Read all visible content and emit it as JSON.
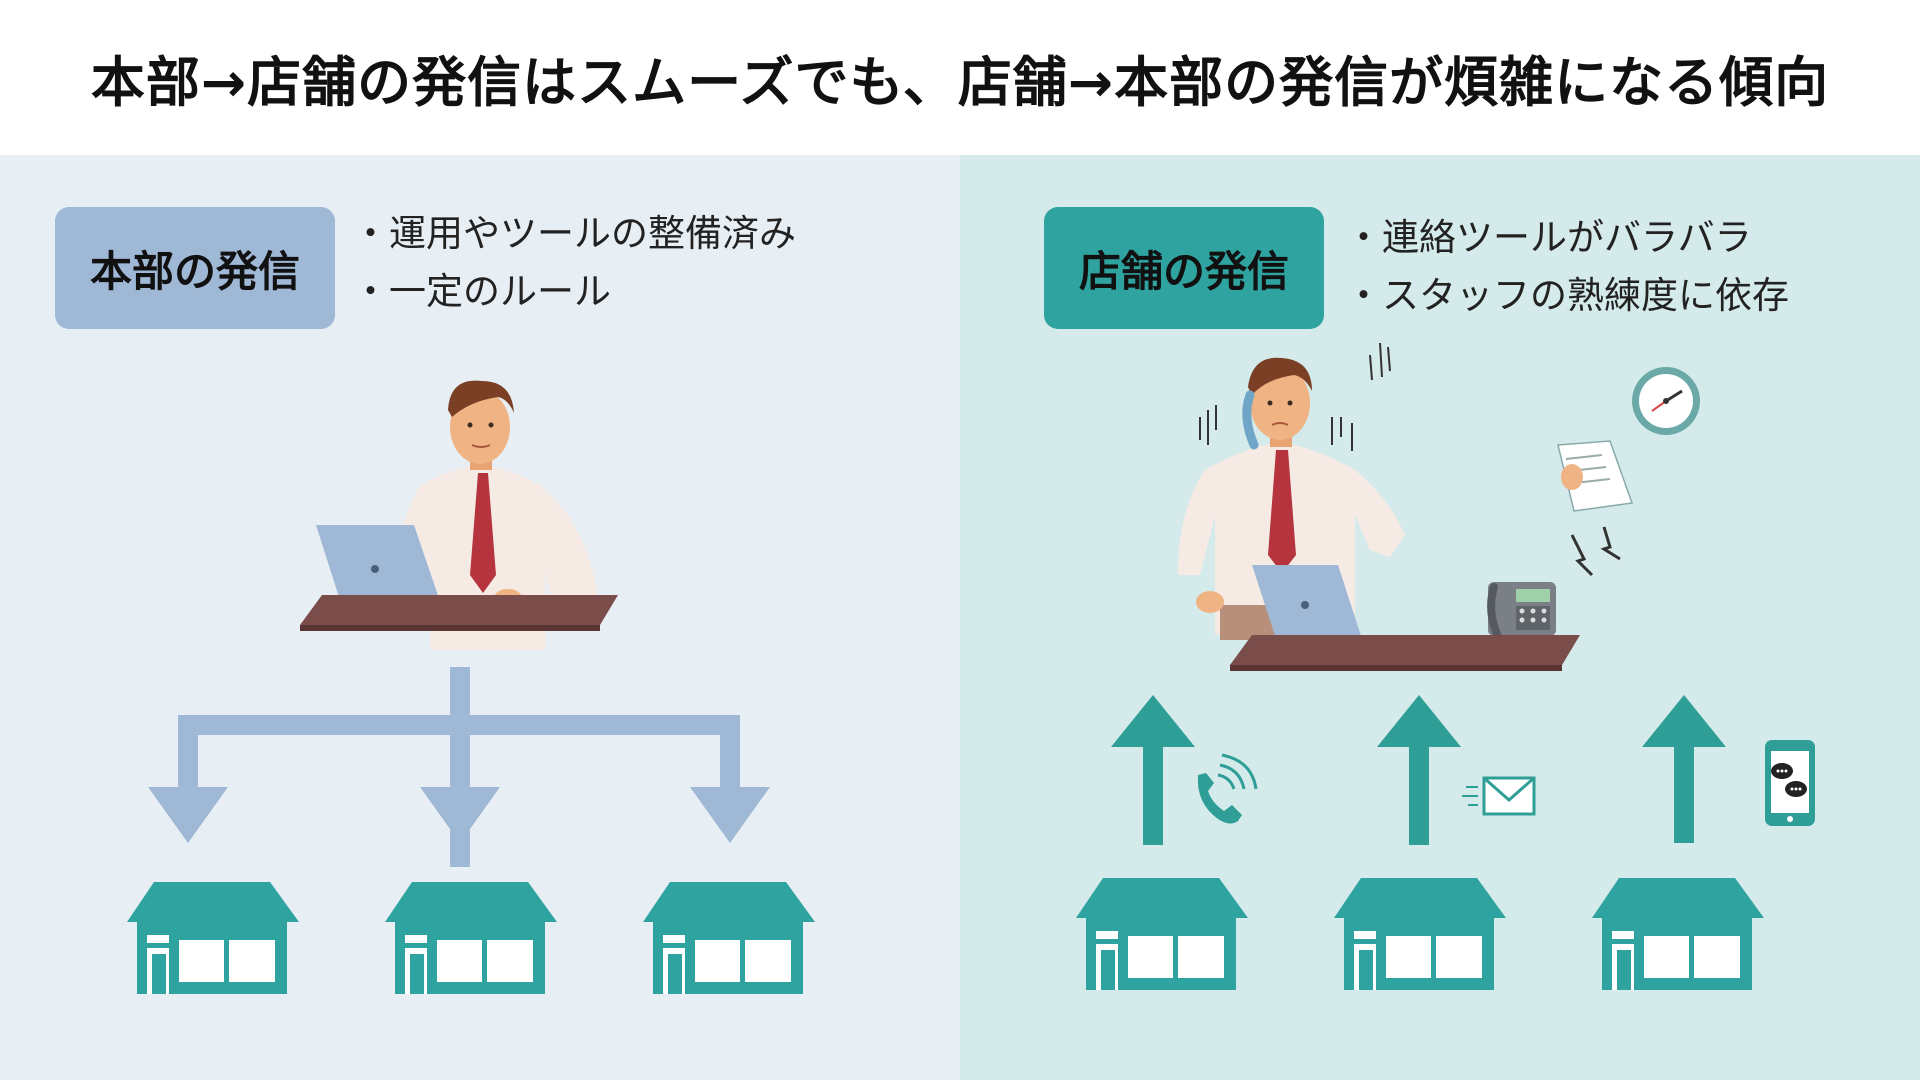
{
  "title": "本部→店舗の発信はスムーズでも、店舗→本部の発信が煩雑になる傾向",
  "colors": {
    "left_bg": "#e7eff5",
    "right_bg": "#d5eaea",
    "left_label_bg": "#9fb8d6",
    "right_label_bg": "#2ea3a0",
    "store": "#2ea3a0",
    "flow_down": "#9fb8d6",
    "flow_up": "#2e9e97"
  },
  "left": {
    "label": "本部の発信",
    "bullets": [
      "運用やツールの整備済み",
      "一定のルール"
    ]
  },
  "right": {
    "label": "店舗の発信",
    "bullets": [
      "連絡ツールがバラバラ",
      "スタッフの熟練度に依存"
    ]
  },
  "icons": [
    "office-worker-icon",
    "laptop-icon",
    "store-icon",
    "phone-call-icon",
    "mail-icon",
    "smartphone-chat-icon",
    "clock-icon",
    "desk-phone-icon",
    "document-icon"
  ]
}
